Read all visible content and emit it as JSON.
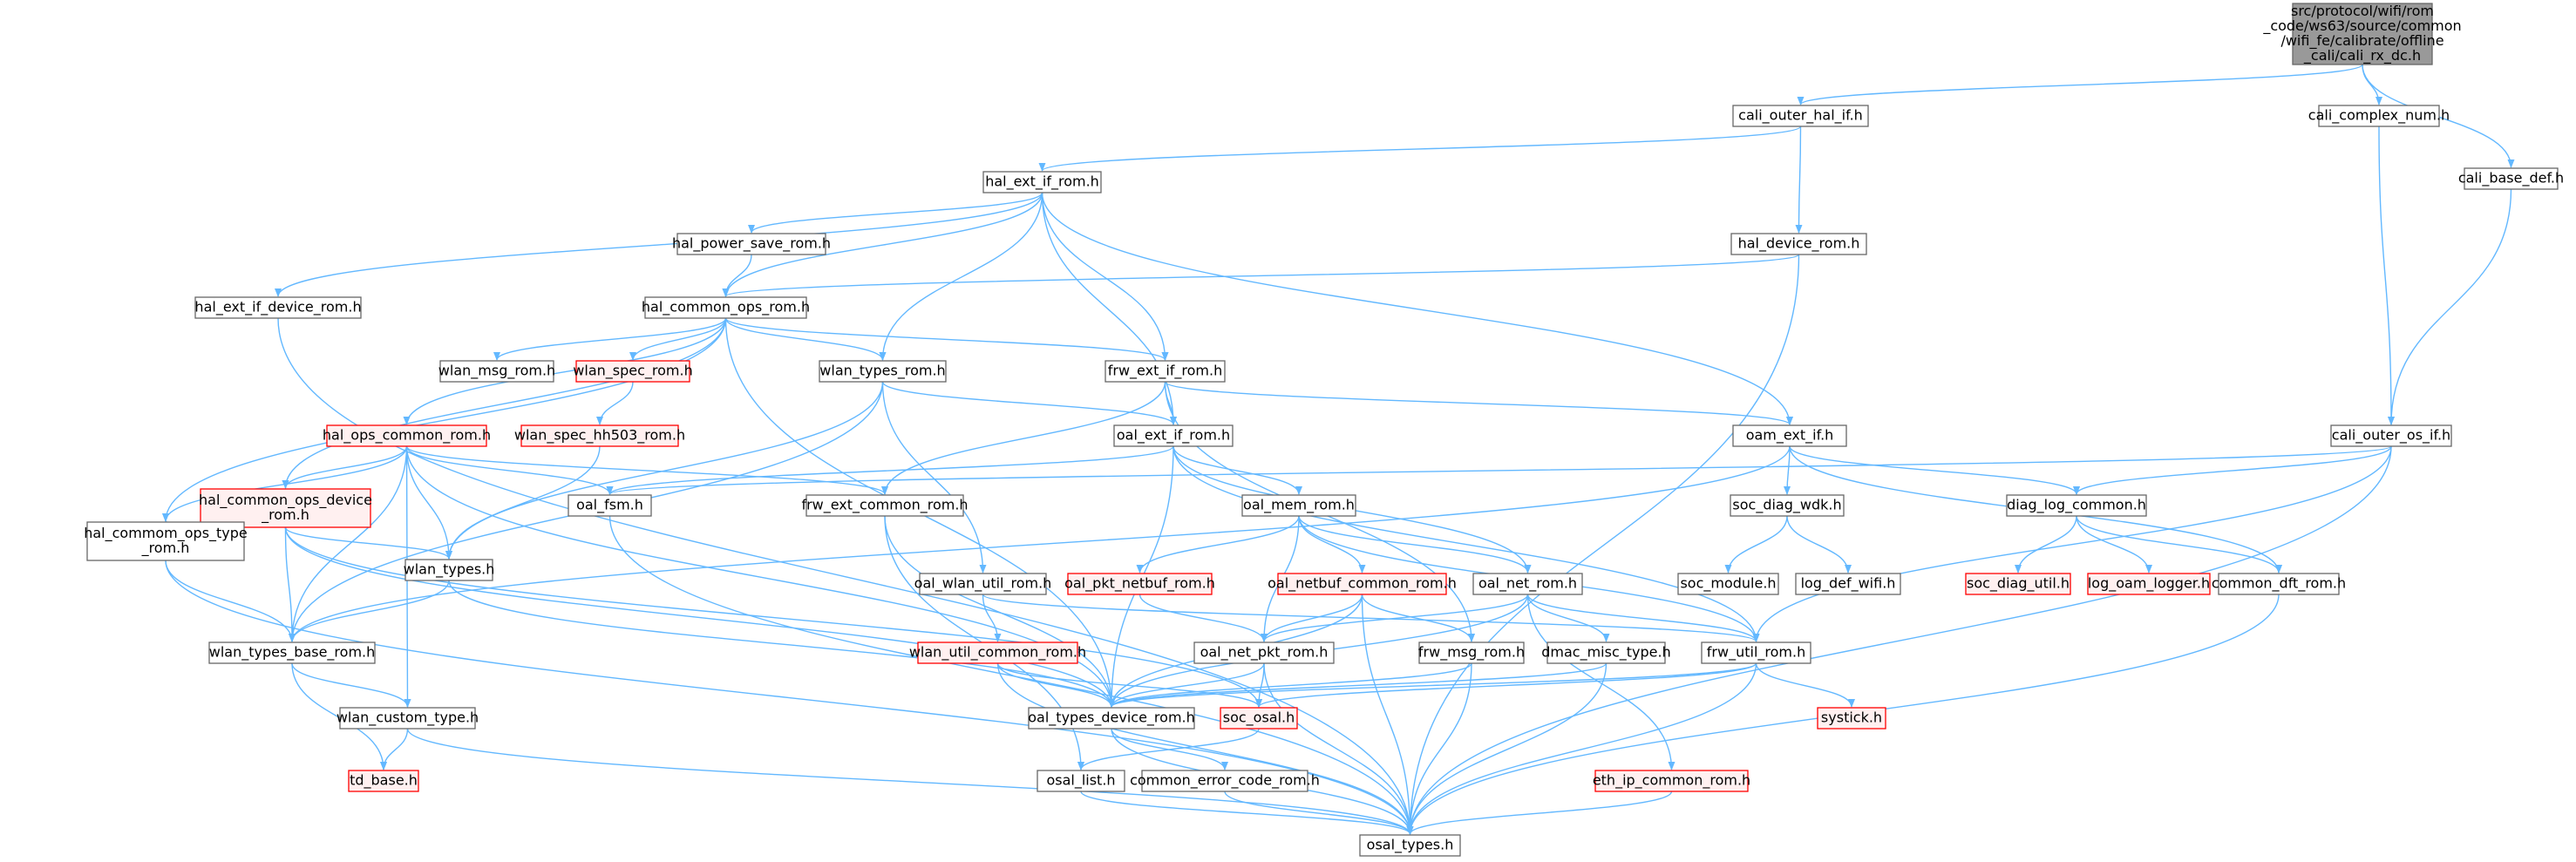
{
  "graph_title": "",
  "colors": {
    "edge": "#63b8ff",
    "root_fill": "#999999",
    "root_stroke": "#666666",
    "normal_fill": "#ffffff",
    "normal_stroke": "#666666",
    "missing_fill": "#fff0f0",
    "missing_stroke": "#ff0000"
  },
  "nodes": [
    {
      "id": "root",
      "kind": "root",
      "lines": [
        "src/protocol/wifi/rom",
        "_code/ws63/source/common",
        "/wifi_fe/calibrate/offline",
        "_cali/cali_rx_dc.h"
      ]
    },
    {
      "id": "cali_outer_hal_if",
      "kind": "normal",
      "lines": [
        "cali_outer_hal_if.h"
      ]
    },
    {
      "id": "cali_complex_num",
      "kind": "normal",
      "lines": [
        "cali_complex_num.h"
      ]
    },
    {
      "id": "cali_base_def",
      "kind": "normal",
      "lines": [
        "cali_base_def.h"
      ]
    },
    {
      "id": "hal_ext_if_rom",
      "kind": "normal",
      "lines": [
        "hal_ext_if_rom.h"
      ]
    },
    {
      "id": "hal_power_save_rom",
      "kind": "normal",
      "lines": [
        "hal_power_save_rom.h"
      ]
    },
    {
      "id": "hal_device_rom",
      "kind": "normal",
      "lines": [
        "hal_device_rom.h"
      ]
    },
    {
      "id": "hal_ext_if_device_rom",
      "kind": "normal",
      "lines": [
        "hal_ext_if_device_rom.h"
      ]
    },
    {
      "id": "hal_common_ops_rom",
      "kind": "normal",
      "lines": [
        "hal_common_ops_rom.h"
      ]
    },
    {
      "id": "wlan_msg_rom",
      "kind": "normal",
      "lines": [
        "wlan_msg_rom.h"
      ]
    },
    {
      "id": "wlan_spec_rom",
      "kind": "missing",
      "lines": [
        "wlan_spec_rom.h"
      ]
    },
    {
      "id": "wlan_types_rom",
      "kind": "normal",
      "lines": [
        "wlan_types_rom.h"
      ]
    },
    {
      "id": "frw_ext_if_rom",
      "kind": "normal",
      "lines": [
        "frw_ext_if_rom.h"
      ]
    },
    {
      "id": "hal_ops_common_rom",
      "kind": "missing",
      "lines": [
        "hal_ops_common_rom.h"
      ]
    },
    {
      "id": "wlan_spec_hh503_rom",
      "kind": "missing",
      "lines": [
        "wlan_spec_hh503_rom.h"
      ]
    },
    {
      "id": "oal_ext_if_rom",
      "kind": "normal",
      "lines": [
        "oal_ext_if_rom.h"
      ]
    },
    {
      "id": "oam_ext_if",
      "kind": "normal",
      "lines": [
        "oam_ext_if.h"
      ]
    },
    {
      "id": "cali_outer_os_if",
      "kind": "normal",
      "lines": [
        "cali_outer_os_if.h"
      ]
    },
    {
      "id": "hal_common_ops_device_rom",
      "kind": "missing",
      "lines": [
        "hal_common_ops_device",
        "_rom.h"
      ]
    },
    {
      "id": "oal_fsm",
      "kind": "normal",
      "lines": [
        "oal_fsm.h"
      ]
    },
    {
      "id": "frw_ext_common_rom",
      "kind": "normal",
      "lines": [
        "frw_ext_common_rom.h"
      ]
    },
    {
      "id": "oal_mem_rom",
      "kind": "normal",
      "lines": [
        "oal_mem_rom.h"
      ]
    },
    {
      "id": "soc_diag_wdk",
      "kind": "normal",
      "lines": [
        "soc_diag_wdk.h"
      ]
    },
    {
      "id": "diag_log_common",
      "kind": "normal",
      "lines": [
        "diag_log_common.h"
      ]
    },
    {
      "id": "hal_commom_ops_type_rom",
      "kind": "normal",
      "lines": [
        "hal_commom_ops_type",
        "_rom.h"
      ]
    },
    {
      "id": "wlan_types",
      "kind": "normal",
      "lines": [
        "wlan_types.h"
      ]
    },
    {
      "id": "oal_wlan_util_rom",
      "kind": "normal",
      "lines": [
        "oal_wlan_util_rom.h"
      ]
    },
    {
      "id": "oal_pkt_netbuf_rom",
      "kind": "missing",
      "lines": [
        "oal_pkt_netbuf_rom.h"
      ]
    },
    {
      "id": "oal_netbuf_common_rom",
      "kind": "missing",
      "lines": [
        "oal_netbuf_common_rom.h"
      ]
    },
    {
      "id": "oal_net_rom",
      "kind": "normal",
      "lines": [
        "oal_net_rom.h"
      ]
    },
    {
      "id": "soc_module",
      "kind": "normal",
      "lines": [
        "soc_module.h"
      ]
    },
    {
      "id": "log_def_wifi",
      "kind": "normal",
      "lines": [
        "log_def_wifi.h"
      ]
    },
    {
      "id": "soc_diag_util",
      "kind": "missing",
      "lines": [
        "soc_diag_util.h"
      ]
    },
    {
      "id": "log_oam_logger",
      "kind": "missing",
      "lines": [
        "log_oam_logger.h"
      ]
    },
    {
      "id": "common_dft_rom",
      "kind": "normal",
      "lines": [
        "common_dft_rom.h"
      ]
    },
    {
      "id": "wlan_types_base_rom",
      "kind": "normal",
      "lines": [
        "wlan_types_base_rom.h"
      ]
    },
    {
      "id": "wlan_util_common_rom",
      "kind": "missing",
      "lines": [
        "wlan_util_common_rom.h"
      ]
    },
    {
      "id": "oal_net_pkt_rom",
      "kind": "normal",
      "lines": [
        "oal_net_pkt_rom.h"
      ]
    },
    {
      "id": "frw_msg_rom",
      "kind": "normal",
      "lines": [
        "frw_msg_rom.h"
      ]
    },
    {
      "id": "dmac_misc_type",
      "kind": "normal",
      "lines": [
        "dmac_misc_type.h"
      ]
    },
    {
      "id": "frw_util_rom",
      "kind": "normal",
      "lines": [
        "frw_util_rom.h"
      ]
    },
    {
      "id": "wlan_custom_type",
      "kind": "normal",
      "lines": [
        "wlan_custom_type.h"
      ]
    },
    {
      "id": "oal_types_device_rom",
      "kind": "normal",
      "lines": [
        "oal_types_device_rom.h"
      ]
    },
    {
      "id": "soc_osal",
      "kind": "missing",
      "lines": [
        "soc_osal.h"
      ]
    },
    {
      "id": "systick",
      "kind": "missing",
      "lines": [
        "systick.h"
      ]
    },
    {
      "id": "td_base",
      "kind": "missing",
      "lines": [
        "td_base.h"
      ]
    },
    {
      "id": "osal_list",
      "kind": "normal",
      "lines": [
        "osal_list.h"
      ]
    },
    {
      "id": "common_error_code_rom",
      "kind": "normal",
      "lines": [
        "common_error_code_rom.h"
      ]
    },
    {
      "id": "eth_ip_common_rom",
      "kind": "missing",
      "lines": [
        "eth_ip_common_rom.h"
      ]
    },
    {
      "id": "osal_types",
      "kind": "normal",
      "lines": [
        "osal_types.h"
      ]
    }
  ],
  "edges": [
    [
      "root",
      "cali_outer_hal_if"
    ],
    [
      "root",
      "cali_complex_num"
    ],
    [
      "root",
      "cali_base_def"
    ],
    [
      "cali_outer_hal_if",
      "hal_ext_if_rom"
    ],
    [
      "cali_outer_hal_if",
      "hal_device_rom"
    ],
    [
      "cali_complex_num",
      "cali_outer_os_if"
    ],
    [
      "cali_base_def",
      "cali_outer_os_if"
    ],
    [
      "hal_ext_if_rom",
      "hal_power_save_rom"
    ],
    [
      "hal_ext_if_rom",
      "hal_ext_if_device_rom"
    ],
    [
      "hal_ext_if_rom",
      "hal_common_ops_rom"
    ],
    [
      "hal_ext_if_rom",
      "wlan_types_rom"
    ],
    [
      "hal_ext_if_rom",
      "frw_ext_if_rom"
    ],
    [
      "hal_ext_if_rom",
      "oal_ext_if_rom"
    ],
    [
      "hal_ext_if_rom",
      "oam_ext_if"
    ],
    [
      "hal_power_save_rom",
      "hal_common_ops_rom"
    ],
    [
      "hal_device_rom",
      "hal_common_ops_rom"
    ],
    [
      "hal_device_rom",
      "osal_types"
    ],
    [
      "hal_ext_if_device_rom",
      "osal_types"
    ],
    [
      "hal_common_ops_rom",
      "wlan_msg_rom"
    ],
    [
      "hal_common_ops_rom",
      "wlan_spec_rom"
    ],
    [
      "hal_common_ops_rom",
      "wlan_types_rom"
    ],
    [
      "hal_common_ops_rom",
      "frw_ext_if_rom"
    ],
    [
      "hal_common_ops_rom",
      "hal_ops_common_rom"
    ],
    [
      "hal_common_ops_rom",
      "hal_common_ops_device_rom"
    ],
    [
      "hal_common_ops_rom",
      "hal_commom_ops_type_rom"
    ],
    [
      "hal_common_ops_rom",
      "oal_types_device_rom"
    ],
    [
      "wlan_spec_rom",
      "wlan_spec_hh503_rom"
    ],
    [
      "wlan_spec_hh503_rom",
      "wlan_types"
    ],
    [
      "wlan_types_rom",
      "wlan_types"
    ],
    [
      "wlan_types_rom",
      "oal_ext_if_rom"
    ],
    [
      "wlan_types_rom",
      "oal_wlan_util_rom"
    ],
    [
      "wlan_types_rom",
      "wlan_types_base_rom"
    ],
    [
      "frw_ext_if_rom",
      "oal_ext_if_rom"
    ],
    [
      "frw_ext_if_rom",
      "oam_ext_if"
    ],
    [
      "frw_ext_if_rom",
      "frw_ext_common_rom"
    ],
    [
      "frw_ext_if_rom",
      "frw_msg_rom"
    ],
    [
      "hal_ops_common_rom",
      "hal_common_ops_device_rom"
    ],
    [
      "hal_ops_common_rom",
      "hal_commom_ops_type_rom"
    ],
    [
      "hal_ops_common_rom",
      "oal_fsm"
    ],
    [
      "hal_ops_common_rom",
      "frw_ext_common_rom"
    ],
    [
      "hal_ops_common_rom",
      "wlan_types"
    ],
    [
      "hal_ops_common_rom",
      "wlan_types_base_rom"
    ],
    [
      "hal_ops_common_rom",
      "wlan_custom_type"
    ],
    [
      "hal_ops_common_rom",
      "oal_types_device_rom"
    ],
    [
      "oal_ext_if_rom",
      "oal_fsm"
    ],
    [
      "oal_ext_if_rom",
      "oal_mem_rom"
    ],
    [
      "oal_ext_if_rom",
      "oal_net_rom"
    ],
    [
      "oal_ext_if_rom",
      "frw_util_rom"
    ],
    [
      "oal_ext_if_rom",
      "oal_types_device_rom"
    ],
    [
      "oam_ext_if",
      "soc_diag_wdk"
    ],
    [
      "oam_ext_if",
      "diag_log_common"
    ],
    [
      "oam_ext_if",
      "common_dft_rom"
    ],
    [
      "oam_ext_if",
      "wlan_types_base_rom"
    ],
    [
      "cali_outer_os_if",
      "diag_log_common"
    ],
    [
      "cali_outer_os_if",
      "frw_util_rom"
    ],
    [
      "cali_outer_os_if",
      "osal_types"
    ],
    [
      "cali_outer_os_if",
      "oal_fsm"
    ],
    [
      "hal_common_ops_device_rom",
      "hal_commom_ops_type_rom"
    ],
    [
      "hal_common_ops_device_rom",
      "wlan_types"
    ],
    [
      "hal_common_ops_device_rom",
      "wlan_types_base_rom"
    ],
    [
      "hal_common_ops_device_rom",
      "soc_osal"
    ],
    [
      "hal_common_ops_device_rom",
      "oal_types_device_rom"
    ],
    [
      "oal_fsm",
      "osal_types"
    ],
    [
      "frw_ext_common_rom",
      "oal_types_device_rom"
    ],
    [
      "frw_ext_common_rom",
      "osal_list"
    ],
    [
      "oal_mem_rom",
      "oal_pkt_netbuf_rom"
    ],
    [
      "oal_mem_rom",
      "oal_netbuf_common_rom"
    ],
    [
      "oal_mem_rom",
      "oal_net_rom"
    ],
    [
      "oal_mem_rom",
      "oal_net_pkt_rom"
    ],
    [
      "oal_mem_rom",
      "frw_util_rom"
    ],
    [
      "soc_diag_wdk",
      "soc_module"
    ],
    [
      "soc_diag_wdk",
      "log_def_wifi"
    ],
    [
      "diag_log_common",
      "soc_diag_util"
    ],
    [
      "diag_log_common",
      "log_oam_logger"
    ],
    [
      "diag_log_common",
      "common_dft_rom"
    ],
    [
      "hal_commom_ops_type_rom",
      "wlan_types_base_rom"
    ],
    [
      "hal_commom_ops_type_rom",
      "osal_types"
    ],
    [
      "wlan_types",
      "wlan_types_base_rom"
    ],
    [
      "wlan_types",
      "oal_types_device_rom"
    ],
    [
      "oal_wlan_util_rom",
      "wlan_util_common_rom"
    ],
    [
      "oal_wlan_util_rom",
      "frw_util_rom"
    ],
    [
      "oal_pkt_netbuf_rom",
      "oal_net_pkt_rom"
    ],
    [
      "oal_netbuf_common_rom",
      "oal_net_pkt_rom"
    ],
    [
      "oal_netbuf_common_rom",
      "frw_msg_rom"
    ],
    [
      "oal_netbuf_common_rom",
      "oal_types_device_rom"
    ],
    [
      "oal_netbuf_common_rom",
      "osal_types"
    ],
    [
      "oal_net_rom",
      "oal_net_pkt_rom"
    ],
    [
      "oal_net_rom",
      "dmac_misc_type"
    ],
    [
      "oal_net_rom",
      "frw_util_rom"
    ],
    [
      "oal_net_rom",
      "eth_ip_common_rom"
    ],
    [
      "oal_net_rom",
      "oal_types_device_rom"
    ],
    [
      "common_dft_rom",
      "osal_types"
    ],
    [
      "wlan_types_base_rom",
      "wlan_custom_type"
    ],
    [
      "wlan_types_base_rom",
      "td_base"
    ],
    [
      "wlan_util_common_rom",
      "oal_types_device_rom"
    ],
    [
      "wlan_util_common_rom",
      "soc_osal"
    ],
    [
      "wlan_util_common_rom",
      "osal_types"
    ],
    [
      "oal_net_pkt_rom",
      "oal_types_device_rom"
    ],
    [
      "oal_net_pkt_rom",
      "soc_osal"
    ],
    [
      "oal_net_pkt_rom",
      "osal_types"
    ],
    [
      "frw_msg_rom",
      "oal_types_device_rom"
    ],
    [
      "frw_msg_rom",
      "osal_types"
    ],
    [
      "dmac_misc_type",
      "oal_types_device_rom"
    ],
    [
      "dmac_misc_type",
      "osal_types"
    ],
    [
      "frw_util_rom",
      "oal_types_device_rom"
    ],
    [
      "frw_util_rom",
      "soc_osal"
    ],
    [
      "frw_util_rom",
      "systick"
    ],
    [
      "frw_util_rom",
      "osal_types"
    ],
    [
      "wlan_custom_type",
      "td_base"
    ],
    [
      "wlan_custom_type",
      "osal_types"
    ],
    [
      "oal_types_device_rom",
      "common_error_code_rom"
    ],
    [
      "oal_types_device_rom",
      "osal_types"
    ],
    [
      "soc_osal",
      "osal_list"
    ],
    [
      "osal_list",
      "osal_types"
    ],
    [
      "common_error_code_rom",
      "osal_types"
    ],
    [
      "eth_ip_common_rom",
      "osal_types"
    ]
  ]
}
